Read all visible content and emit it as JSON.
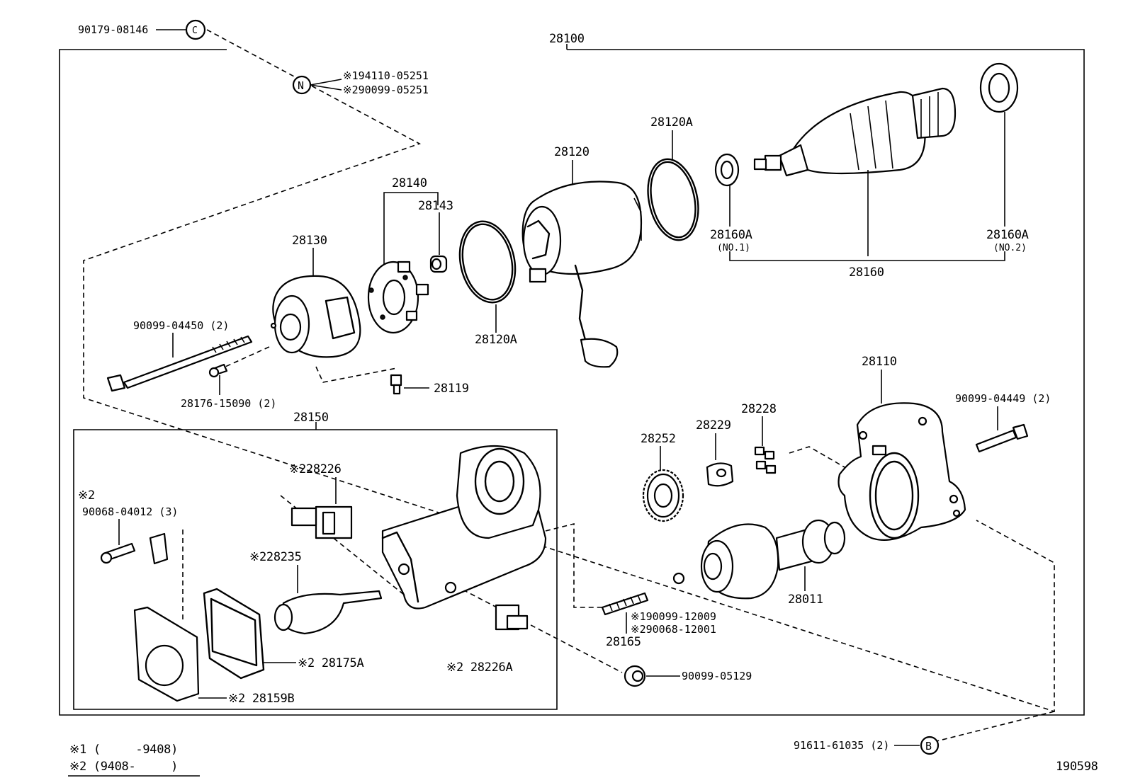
{
  "diagram_id": "190598",
  "assembly": {
    "main": "28100",
    "kit": "28150"
  },
  "labels": {
    "p90179": "90179-08146",
    "pN1": "※194110-05251",
    "pN2": "※290099-05251",
    "p28120A_top": "28120A",
    "p28120": "28120",
    "p28140": "28140",
    "p28143": "28143",
    "p28130": "28130",
    "p28120A_low": "28120A",
    "p28160A_1": "28160A",
    "p28160A_1_sub": "(NO.1)",
    "p28160A_2": "28160A",
    "p28160A_2_sub": "(NO.2)",
    "p28160": "28160",
    "p90099_04450": "90099-04450 (2)",
    "p28176": "28176-15090 (2)",
    "p28119": "28119",
    "p28110": "28110",
    "p90099_04449": "90099-04449 (2)",
    "p28228": "28228",
    "p28229": "28229",
    "p28252": "28252",
    "p228226": "※228226",
    "p2star": "※2",
    "p90068_04012": "90068-04012 (3)",
    "p228235": "※228235",
    "p28175A": "※2 28175A",
    "p28159B": "※2 28159B",
    "p28226A": "※2 28226A",
    "p28011": "28011",
    "p190099": "※190099-12009",
    "p290068": "※290068-12001",
    "p28165": "28165",
    "p90099_05129": "90099-05129",
    "p91611": "91611-61035 (2)"
  },
  "markers": {
    "N": "N",
    "B": "B",
    "C": "C"
  },
  "legend": {
    "row1": "※1 (     -9408)",
    "row2": "※2 (9408-     )"
  }
}
